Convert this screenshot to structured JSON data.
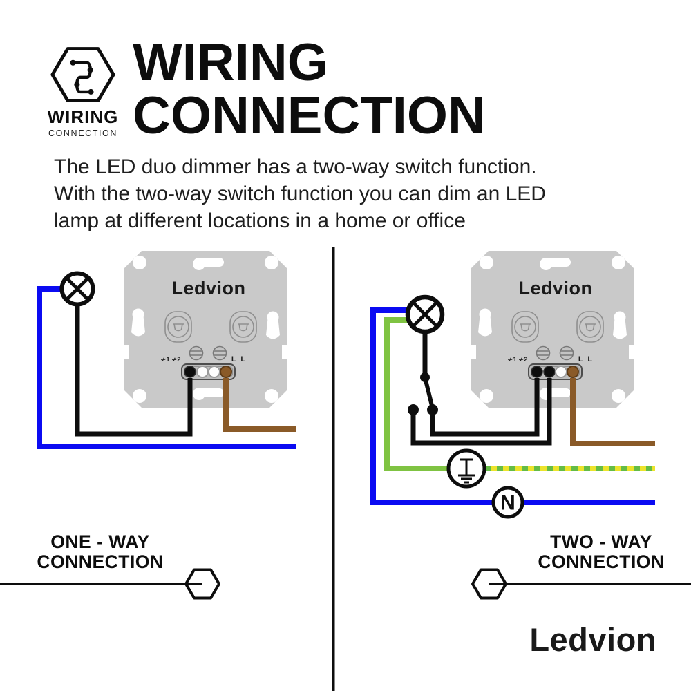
{
  "logo": {
    "title": "WIRING",
    "subtitle": "CONNECTION"
  },
  "header": {
    "title_line1": "WIRING",
    "title_line2": "CONNECTION",
    "description": {
      "line1": "The LED duo dimmer has a two-way switch function.",
      "line2": "With the two-way switch function you can dim an LED",
      "line3": "lamp at different locations in a home or office"
    }
  },
  "device": {
    "brand": "Ledvion",
    "dim_terminal_label": "≁1 ≁2",
    "load_terminal_label": "L L"
  },
  "left_diagram": {
    "caption_line1": "ONE - WAY",
    "caption_line2": "CONNECTION"
  },
  "right_diagram": {
    "caption_line1": "TWO - WAY",
    "caption_line2": "CONNECTION",
    "neutral_label": "N"
  },
  "footer": {
    "wordmark": "Ledvion"
  },
  "colors": {
    "ink": "#0d0d0d",
    "plate_gray": "#c9c9c9",
    "wire_black": "#0d0d0d",
    "wire_blue": "#0b0bf2",
    "wire_brown": "#8a5a28",
    "wire_green": "#7fc342",
    "earth_yellow": "#ece32b",
    "earth_dash_green": "#64bc45"
  }
}
